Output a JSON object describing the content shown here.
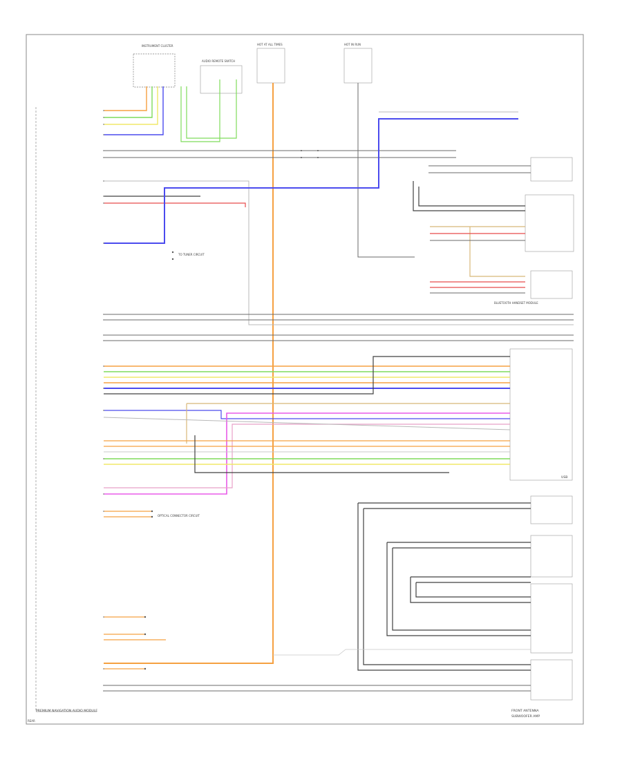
{
  "diagram": {
    "left_module": "PREMIUM NAVIGATION AUDIO MODULE",
    "corner_note": "REAR",
    "lower_right_caption": "FRONT ANTENNA\nSUBWOOFER AMP",
    "right_pane_caption": "USB",
    "fuse_left": "HOT AT ALL TIMES",
    "fuse_right": "HOT IN RUN",
    "top_component_1": "INSTRUMENT CLUSTER",
    "top_component_2": "AUDIO REMOTE SWITCH",
    "bluetooth_module": "BLUETOOTH HANDSET MODULE",
    "tuner_circuit": "TO TUNER CIRCUIT",
    "optical_circuit": "OPTICAL CONNECTOR CIRCUIT"
  },
  "colors": {
    "orange": "#f5a040",
    "green": "#7edc5a",
    "yellow": "#f0e868",
    "blue": "#4a4aee",
    "red": "#e84a4a",
    "magenta": "#e85ae8",
    "gray": "#6a6a6a",
    "dark": "#404040",
    "light": "#b8b8b8",
    "tan": "#d8b878"
  }
}
